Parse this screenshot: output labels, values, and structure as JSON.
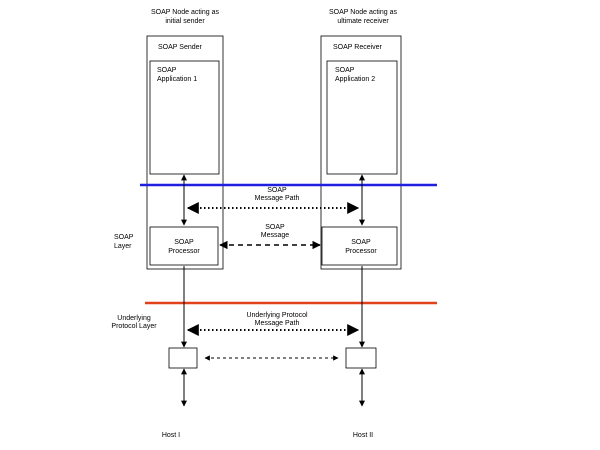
{
  "nodes": {
    "sender_caption": [
      "SOAP Node acting as",
      "initial sender"
    ],
    "receiver_caption": [
      "SOAP Node acting as",
      "ultimate receiver"
    ],
    "sender_title": "SOAP Sender",
    "receiver_title": "SOAP Receiver",
    "app1": [
      "SOAP",
      "Application 1"
    ],
    "app2": [
      "SOAP",
      "Application 2"
    ],
    "proc1": [
      "SOAP",
      "Processor"
    ],
    "proc2": [
      "SOAP",
      "Processor"
    ]
  },
  "layers": {
    "soap_layer": [
      "SOAP",
      "Layer"
    ],
    "protocol_layer": [
      "Underlying",
      "Protocol  Layer"
    ]
  },
  "paths": {
    "message_path": [
      "SOAP",
      "Message Path"
    ],
    "message": [
      "SOAP",
      "Message"
    ],
    "protocol_path": [
      "Underlying Protocol",
      "Message Path"
    ]
  },
  "hosts": {
    "host1": "Host I",
    "host2": "Host II"
  },
  "colors": {
    "soap_layer_line": "#1f1fe0",
    "protocol_layer_line": "#e0401a"
  }
}
